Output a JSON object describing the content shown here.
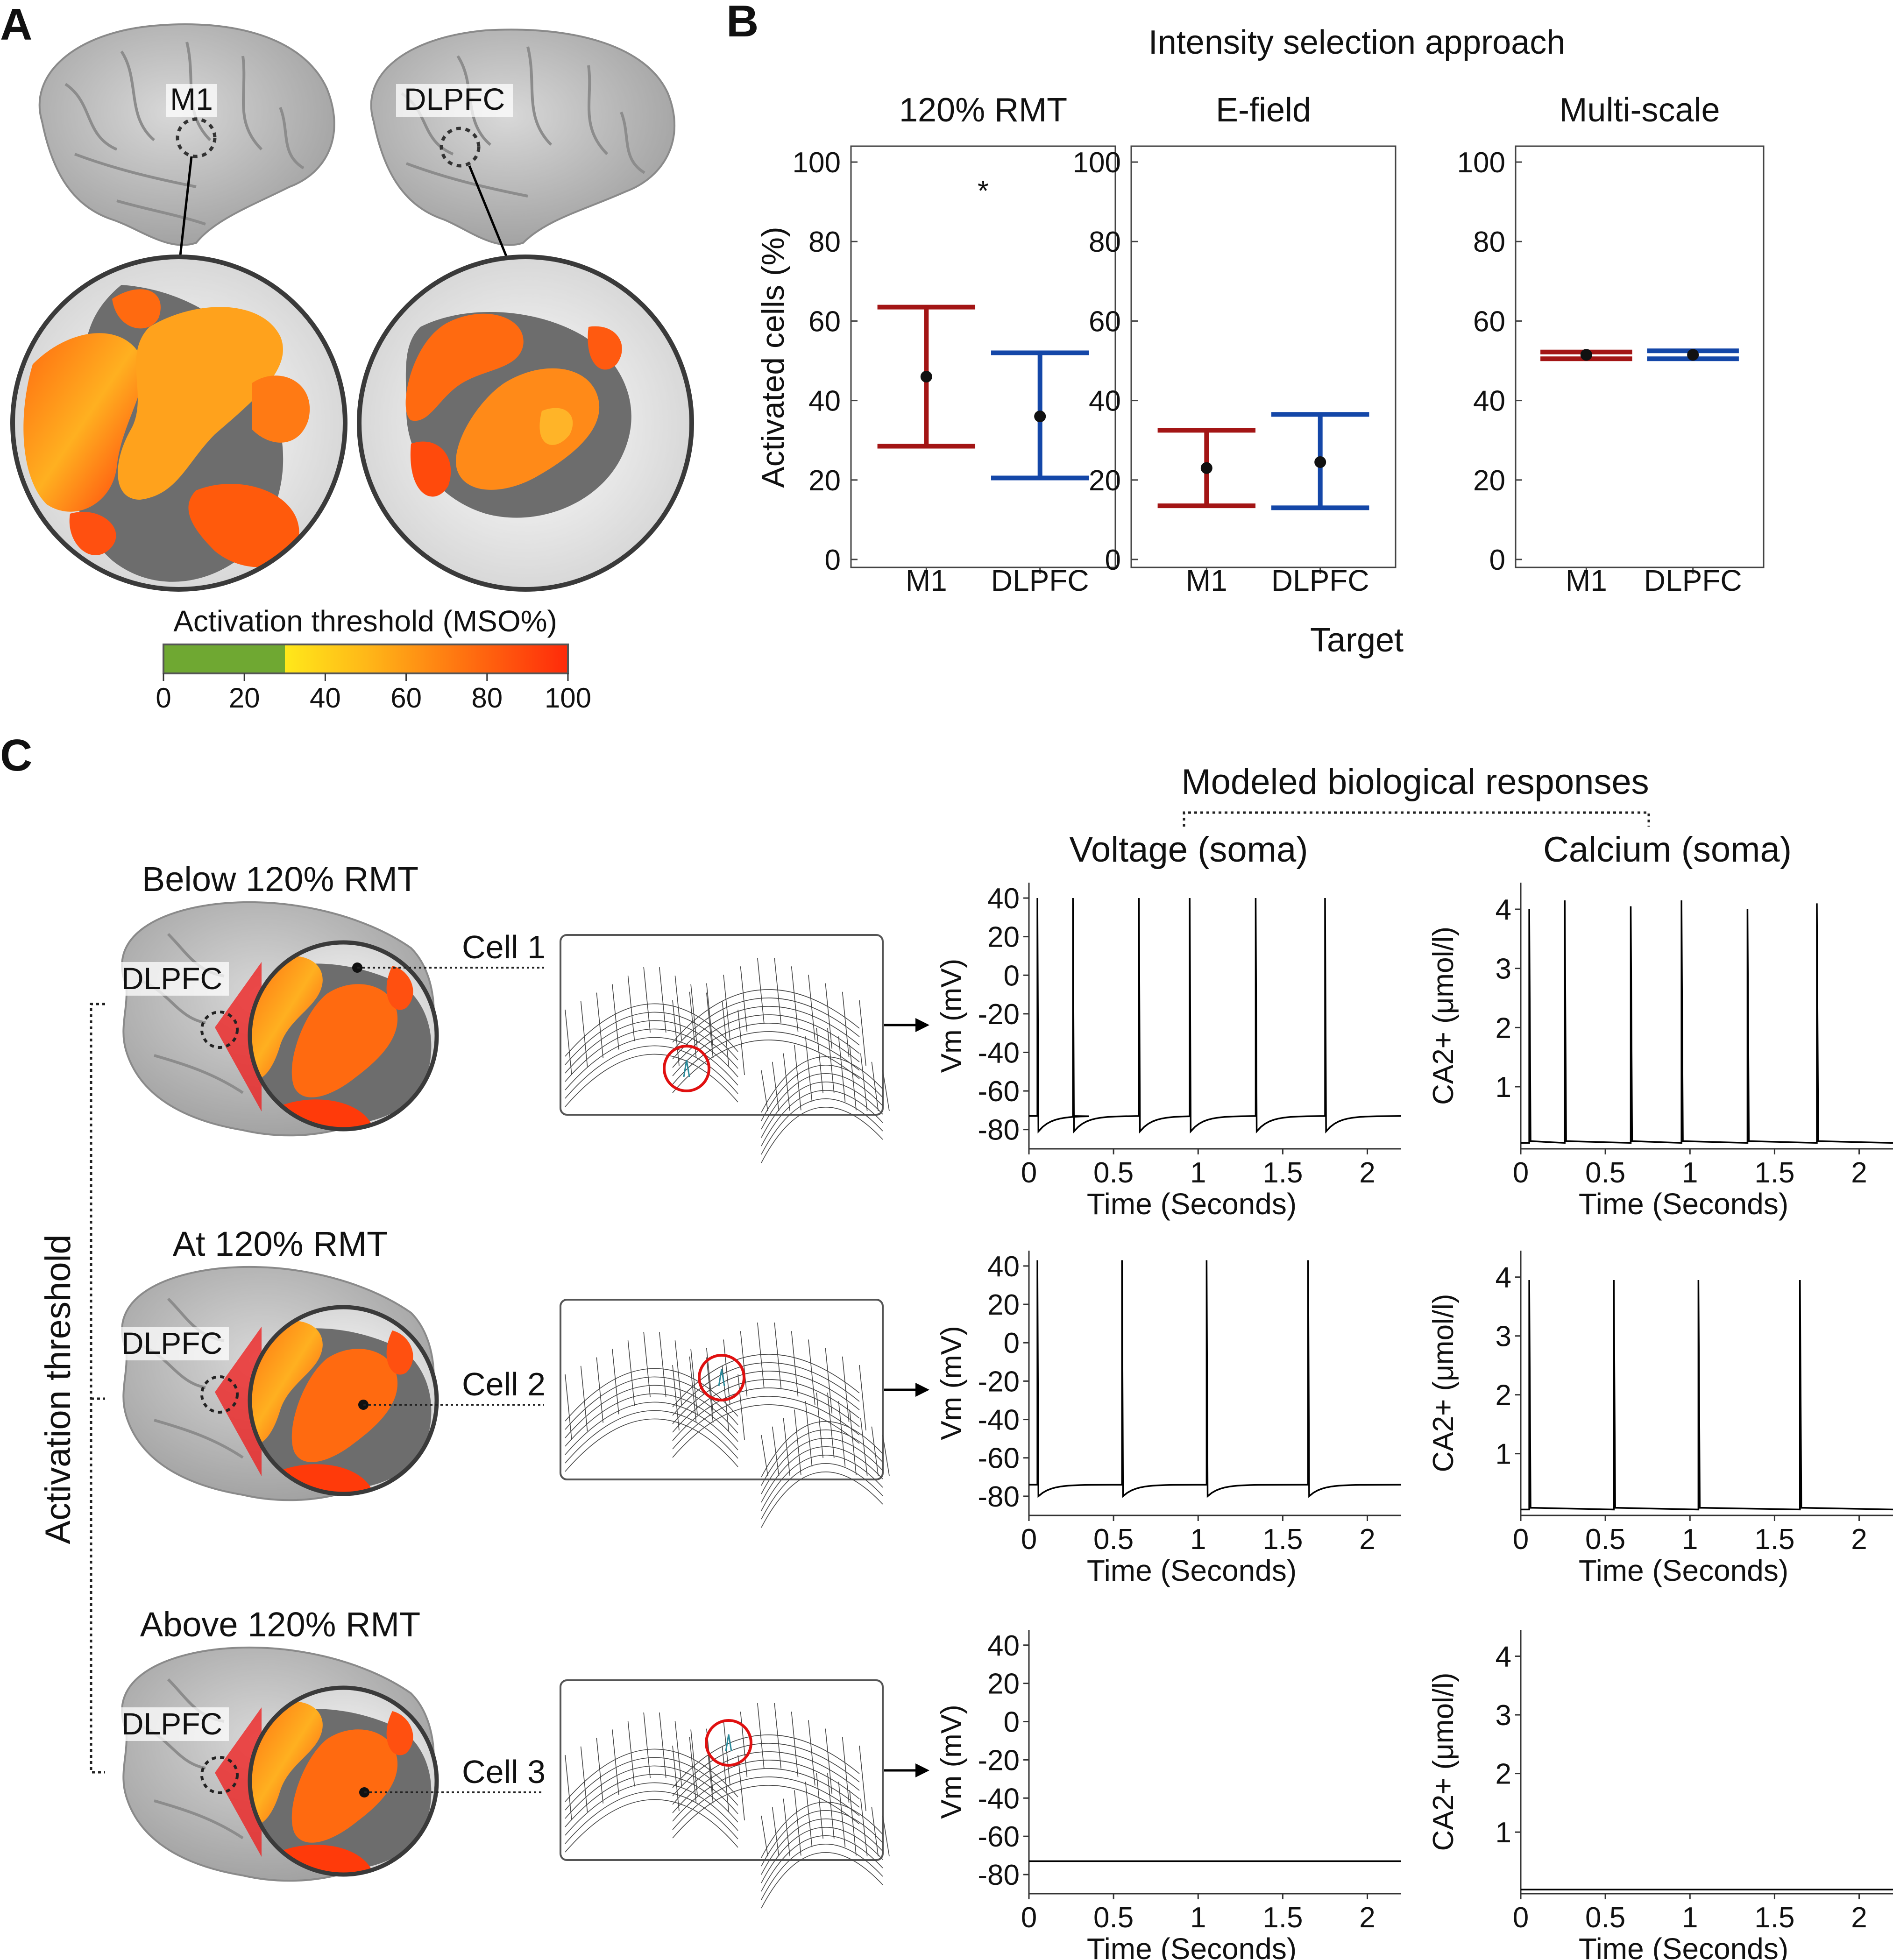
{
  "panel_letters": {
    "a": "A",
    "b": "B",
    "c": "C"
  },
  "panel_a": {
    "brain_labels": [
      "M1",
      "DLPFC"
    ],
    "colorbar": {
      "title": "Activation threshold (MSO%)",
      "ticks": [
        "0",
        "20",
        "40",
        "60",
        "80",
        "100"
      ],
      "colors": {
        "green": "#6fa832",
        "yellow": "#ffe81a",
        "orange": "#ff9a12",
        "red": "#ff2a0a",
        "gray": "#7a7a7a"
      }
    }
  },
  "panel_b": {
    "title": "Intensity selection approach",
    "ylabel": "Activated cells (%)",
    "xlabel": "Target",
    "significance_marker": "*",
    "y_ticks": [
      "0",
      "20",
      "40",
      "60",
      "80",
      "100"
    ]
  },
  "chart_data": [
    {
      "type": "errorbar",
      "title": "120% RMT",
      "categories": [
        "M1",
        "DLPFC"
      ],
      "mean": [
        46,
        36
      ],
      "lower": [
        28.5,
        20.5
      ],
      "upper": [
        63.5,
        52
      ],
      "colors": [
        "#a31515",
        "#1447a8"
      ],
      "ylim": [
        -2,
        104
      ]
    },
    {
      "type": "errorbar",
      "title": "E-field",
      "categories": [
        "M1",
        "DLPFC"
      ],
      "mean": [
        23,
        24.5
      ],
      "lower": [
        13.5,
        13
      ],
      "upper": [
        32.5,
        36.5
      ],
      "colors": [
        "#a31515",
        "#1447a8"
      ],
      "ylim": [
        -2,
        104
      ]
    },
    {
      "type": "errorbar",
      "title": "Multi-scale",
      "categories": [
        "M1",
        "DLPFC"
      ],
      "mean": [
        51.5,
        51.5
      ],
      "lower": [
        50.5,
        50.5
      ],
      "upper": [
        52.2,
        52.5
      ],
      "colors": [
        "#a31515",
        "#1447a8"
      ],
      "ylim": [
        -2,
        104
      ]
    },
    {
      "type": "line",
      "title": "Voltage (soma)",
      "ylabel": "Vm (mV)",
      "xlabel": "Time (Seconds)",
      "spikes": [
        0.05,
        0.26,
        0.65,
        0.95,
        1.34,
        1.75
      ],
      "resting": -73,
      "peak": 40,
      "ahp": -81,
      "x_ticks": [
        "0",
        "0.5",
        "1",
        "1.5",
        "2"
      ],
      "y_ticks": [
        "40",
        "20",
        "0",
        "-20",
        "-40",
        "-60",
        "-80"
      ]
    },
    {
      "type": "line",
      "title": "Calcium (soma)",
      "ylabel": "CA2+ (μmol/l)",
      "xlabel": "Time (Seconds)",
      "spikes": [
        0.05,
        0.26,
        0.65,
        0.95,
        1.34,
        1.75
      ],
      "peak_values": [
        4.0,
        4.15,
        4.05,
        4.15,
        4.0,
        4.1
      ],
      "x_ticks": [
        "0",
        "0.5",
        "1",
        "1.5",
        "2"
      ],
      "y_ticks": [
        "4",
        "3",
        "2",
        "1"
      ]
    },
    {
      "type": "line",
      "ylabel": "Vm (mV)",
      "xlabel": "Time (Seconds)",
      "spikes": [
        0.05,
        0.55,
        1.05,
        1.65
      ],
      "resting": -74,
      "peak": 43,
      "ahp": -80,
      "x_ticks": [
        "0",
        "0.5",
        "1",
        "1.5",
        "2"
      ],
      "y_ticks": [
        "40",
        "20",
        "0",
        "-20",
        "-40",
        "-60",
        "-80"
      ]
    },
    {
      "type": "line",
      "ylabel": "CA2+ (μmol/l)",
      "xlabel": "Time (Seconds)",
      "spikes": [
        0.05,
        0.55,
        1.05,
        1.65
      ],
      "peak_values": [
        3.95,
        3.95,
        3.95,
        3.95
      ],
      "x_ticks": [
        "0",
        "0.5",
        "1",
        "1.5",
        "2"
      ],
      "y_ticks": [
        "4",
        "3",
        "2",
        "1"
      ]
    },
    {
      "type": "line",
      "ylabel": "Vm (mV)",
      "xlabel": "Time (Seconds)",
      "spikes": [],
      "resting": -73,
      "x_ticks": [
        "0",
        "0.5",
        "1",
        "1.5",
        "2"
      ],
      "y_ticks": [
        "40",
        "20",
        "0",
        "-20",
        "-40",
        "-60",
        "-80"
      ]
    },
    {
      "type": "line",
      "ylabel": "CA2+ (μmol/l)",
      "xlabel": "Time (Seconds)",
      "spikes": [],
      "peak_values": [],
      "x_ticks": [
        "0",
        "0.5",
        "1",
        "1.5",
        "2"
      ],
      "y_ticks": [
        "4",
        "3",
        "2",
        "1"
      ]
    }
  ],
  "panel_c": {
    "header": "Modeled biological responses",
    "side_label": "Activation threshold",
    "rows": [
      {
        "title": "Below 120% RMT",
        "region": "DLPFC",
        "cell": "Cell 1"
      },
      {
        "title": "At 120% RMT",
        "region": "DLPFC",
        "cell": "Cell 2"
      },
      {
        "title": "Above 120% RMT",
        "region": "DLPFC",
        "cell": "Cell 3"
      }
    ]
  }
}
